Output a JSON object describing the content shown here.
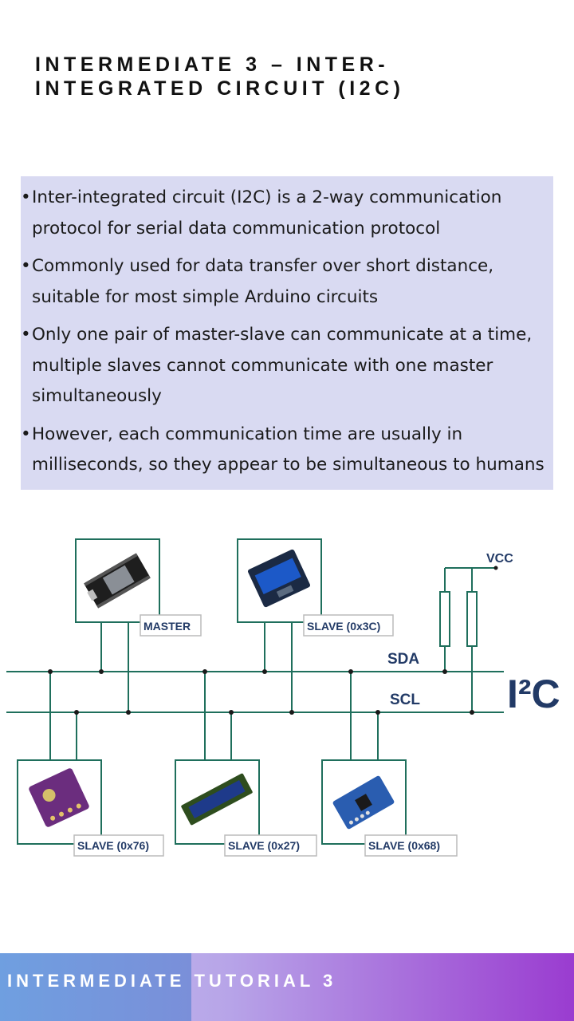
{
  "slide": {
    "title": "Intermediate 3 – Inter-integrated circuit (I2C)",
    "bullets": [
      "Inter-integrated circuit (I2C) is a 2-way  communication protocol for serial data communication protocol",
      "Commonly used for data transfer over short distance, suitable for most simple Arduino circuits",
      "Only one pair of master-slave can communicate at a time, multiple slaves cannot communicate with one master simultaneously",
      "However, each communication time are usually in milliseconds, so they appear to be simultaneous to humans"
    ],
    "bullet_glyph": "•"
  },
  "diagram": {
    "bus_name": "I²C",
    "vcc_label": "VCC",
    "sda_label": "SDA",
    "scl_label": "SCL",
    "master_label": "MASTER",
    "top_slave_label": "SLAVE (0x3C)",
    "bottom_slaves": [
      "SLAVE (0x76)",
      "SLAVE (0x27)",
      "SLAVE (0x68)"
    ]
  },
  "footer": {
    "label": "Intermediate Tutorial 3"
  },
  "colors": {
    "wire": "#1f6f5c",
    "box_bg": "#d9daf2",
    "label_text": "#223a66"
  }
}
